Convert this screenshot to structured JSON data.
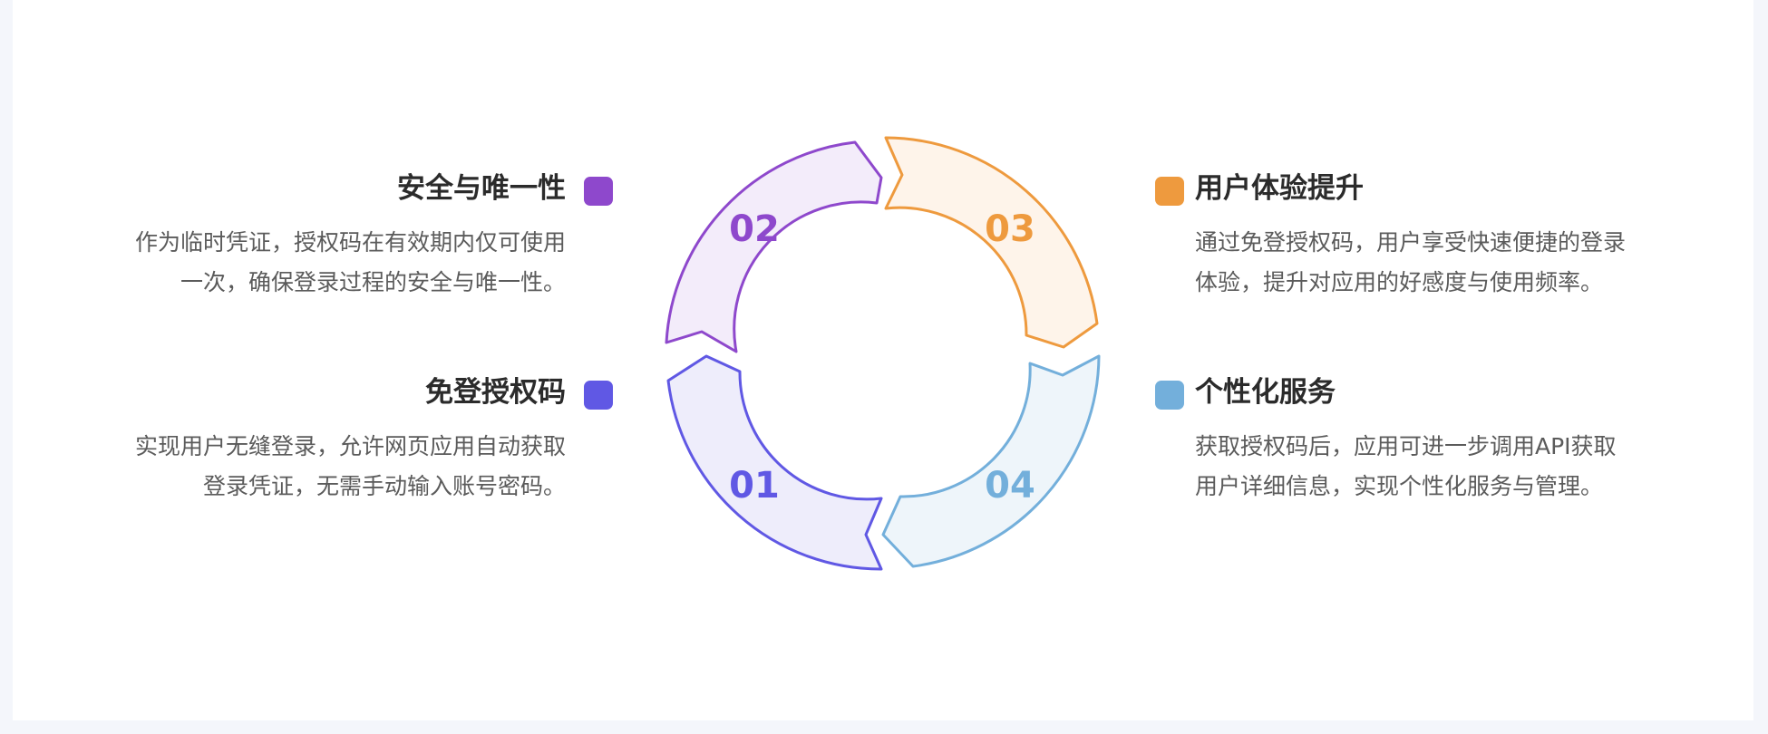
{
  "segments": [
    {
      "id": "01",
      "number": "01",
      "color": "#6058e4",
      "fill": "#eeedfb",
      "title": "免登授权码",
      "desc": "实现用户无缝登录，允许网页应用自动获取登录凭证，无需手动输入账号密码。"
    },
    {
      "id": "02",
      "number": "02",
      "color": "#8e48cc",
      "fill": "#f3ecfa",
      "title": "安全与唯一性",
      "desc": "作为临时凭证，授权码在有效期内仅可使用一次，确保登录过程的安全与唯一性。"
    },
    {
      "id": "03",
      "number": "03",
      "color": "#ee9a3e",
      "fill": "#fef4ea",
      "title": "用户体验提升",
      "desc": "通过免登授权码，用户享受快速便捷的登录体验，提升对应用的好感度与使用频率。"
    },
    {
      "id": "04",
      "number": "04",
      "color": "#73afdb",
      "fill": "#eef5fa",
      "title": "个性化服务",
      "desc": "获取授权码后，应用可进一步调用API获取用户详细信息，实现个性化服务与管理。"
    }
  ]
}
